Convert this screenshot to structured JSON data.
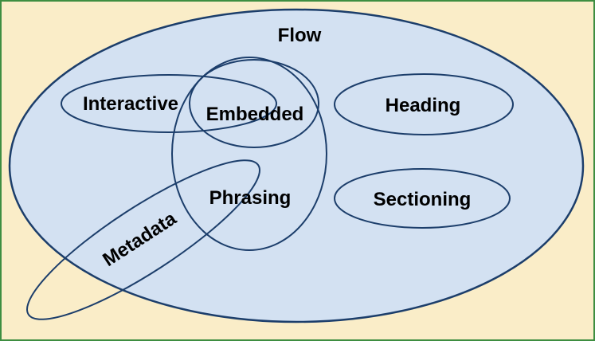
{
  "diagram": {
    "colors": {
      "background": "#FAEDC8",
      "border": "#3E8E41",
      "flow_fill": "#D3E1F2",
      "stroke": "#1C3E6B",
      "text": "#000000"
    },
    "labels": {
      "flow": "Flow",
      "interactive": "Interactive",
      "embedded": "Embedded",
      "heading": "Heading",
      "phrasing": "Phrasing",
      "sectioning": "Sectioning",
      "metadata": "Metadata"
    }
  }
}
